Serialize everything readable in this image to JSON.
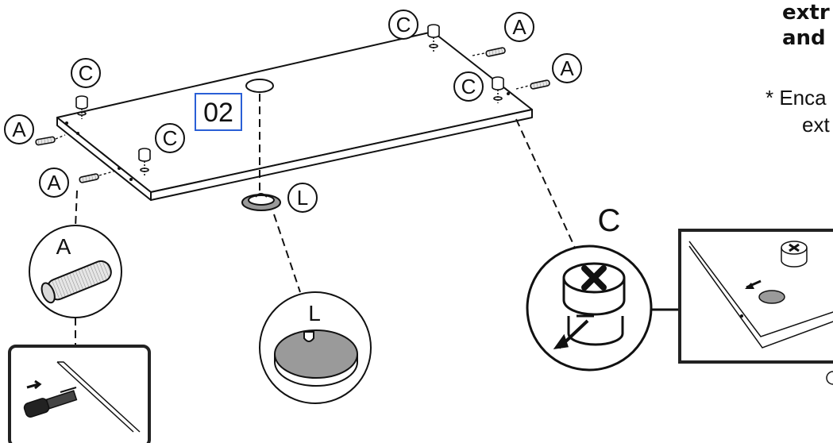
{
  "page_header_fragment": "",
  "step_number": "02",
  "part_labels": {
    "dowel": "A",
    "cam_lock": "C",
    "grommet": "L"
  },
  "right_text": {
    "heading_line1": "extr",
    "heading_line2": "and",
    "note_line1": "* Enca",
    "note_line2": "ext"
  },
  "colors": {
    "ink": "#111111",
    "step_box": "#2a5fd6",
    "grommet_fill": "#9a9a9a",
    "dowel_fill": "#d9d9d9"
  }
}
